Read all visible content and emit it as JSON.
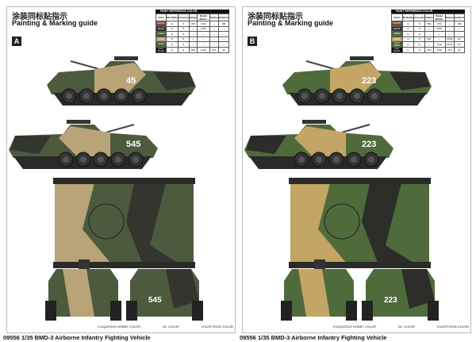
{
  "panels": [
    {
      "id": "A",
      "title_cn": "涂装同标贴指示",
      "title_en": "Painting & Marking guide",
      "label": "A",
      "hull_number_side1": "45",
      "hull_number_side2": "545",
      "hull_number_rear": "545",
      "camo_colors": {
        "base": "#4c5a3e",
        "sand": "#b9a478",
        "dark": "#34352f",
        "track": "#2a2a27"
      },
      "table": {
        "caption": "PAINT REFERENCE COLOR",
        "headers": [
          "Color",
          "Mr.Hobby",
          "Acrysion",
          "Vallejo",
          "Model Master",
          "Tamiya",
          "Humbrol"
        ],
        "rows": [
          {
            "swatch": "#7a4a3c",
            "name": "BROWN",
            "hobby": "H",
            "acry": "N",
            "cells": [
              "393",
              "1701",
              "—",
              "186"
            ]
          },
          {
            "swatch": "#333",
            "name": "BLACK",
            "hobby": "H",
            "acry": "N",
            "cells": [
              "—",
              "1702",
              "—",
              "—"
            ]
          },
          {
            "swatch": "#4c5a3e",
            "name": "GREEN",
            "hobby": "H",
            "acry": "N",
            "cells": [
              "—",
              "—",
              "—",
              "—"
            ]
          },
          {
            "swatch": "#b9a478",
            "name": "SAND",
            "hobby": "H",
            "acry": "N",
            "cells": [
              "—",
              "—",
              "—",
              "—"
            ]
          },
          {
            "swatch": "#5a5d45",
            "name": "OLIVE",
            "hobby": "H",
            "acry": "N",
            "cells": [
              "—",
              "—",
              "—",
              "—"
            ]
          },
          {
            "swatch": "#111",
            "name": "FLAT BLACK",
            "hobby": "H",
            "acry": "N",
            "cells": [
              "950",
              "1749",
              "XF1",
              "33"
            ]
          }
        ]
      }
    },
    {
      "id": "B",
      "title_cn": "涂装同标贴指示",
      "title_en": "Painting & Marking guide",
      "label": "B",
      "hull_number_side1": "223",
      "hull_number_side2": "223",
      "hull_number_rear": "223",
      "camo_colors": {
        "base": "#4f6b3c",
        "sand": "#c3a566",
        "dark": "#2c2d28",
        "track": "#2a2a27"
      },
      "table": {
        "caption": "PAINT REFERENCE COLOR",
        "headers": [
          "Color",
          "Mr.Hobby",
          "Acrysion",
          "Vallejo",
          "Model Master",
          "Tamiya",
          "Humbrol"
        ],
        "rows": [
          {
            "swatch": "#7a4a3c",
            "name": "BROWN",
            "hobby": "H",
            "acry": "N",
            "cells": [
              "983",
              "1701",
              "—",
              "186"
            ]
          },
          {
            "swatch": "#333",
            "name": "BLACK",
            "hobby": "H",
            "acry": "N",
            "cells": [
              "—",
              "1702",
              "—",
              "—"
            ]
          },
          {
            "swatch": "#4f6b3c",
            "name": "GREEN",
            "hobby": "H",
            "acry": "N",
            "cells": [
              "—",
              "—",
              "—",
              "—"
            ]
          },
          {
            "swatch": "#c3a566",
            "name": "SAND",
            "hobby": "H",
            "acry": "N",
            "cells": [
              "842",
              "—",
              "XF59",
              "93"
            ]
          },
          {
            "swatch": "#3f5a30",
            "name": "DARK GREEN",
            "hobby": "H",
            "acry": "N",
            "cells": [
              "—",
              "1710",
              "XF26",
              "117"
            ]
          },
          {
            "swatch": "#111",
            "name": "FLAT BLACK",
            "hobby": "H",
            "acry": "N",
            "cells": [
              "950",
              "1749",
              "XF1",
              "33"
            ]
          }
        ]
      }
    }
  ],
  "legend": {
    "aqueous": "H AQUEOUS HOBBY COLOR",
    "mr": "Mr. COLOR",
    "acrysion": "N ACRYSION COLOR"
  },
  "footer": "09556 1/35 BMD-3 Airborne Infantry Fighting Vehicle"
}
